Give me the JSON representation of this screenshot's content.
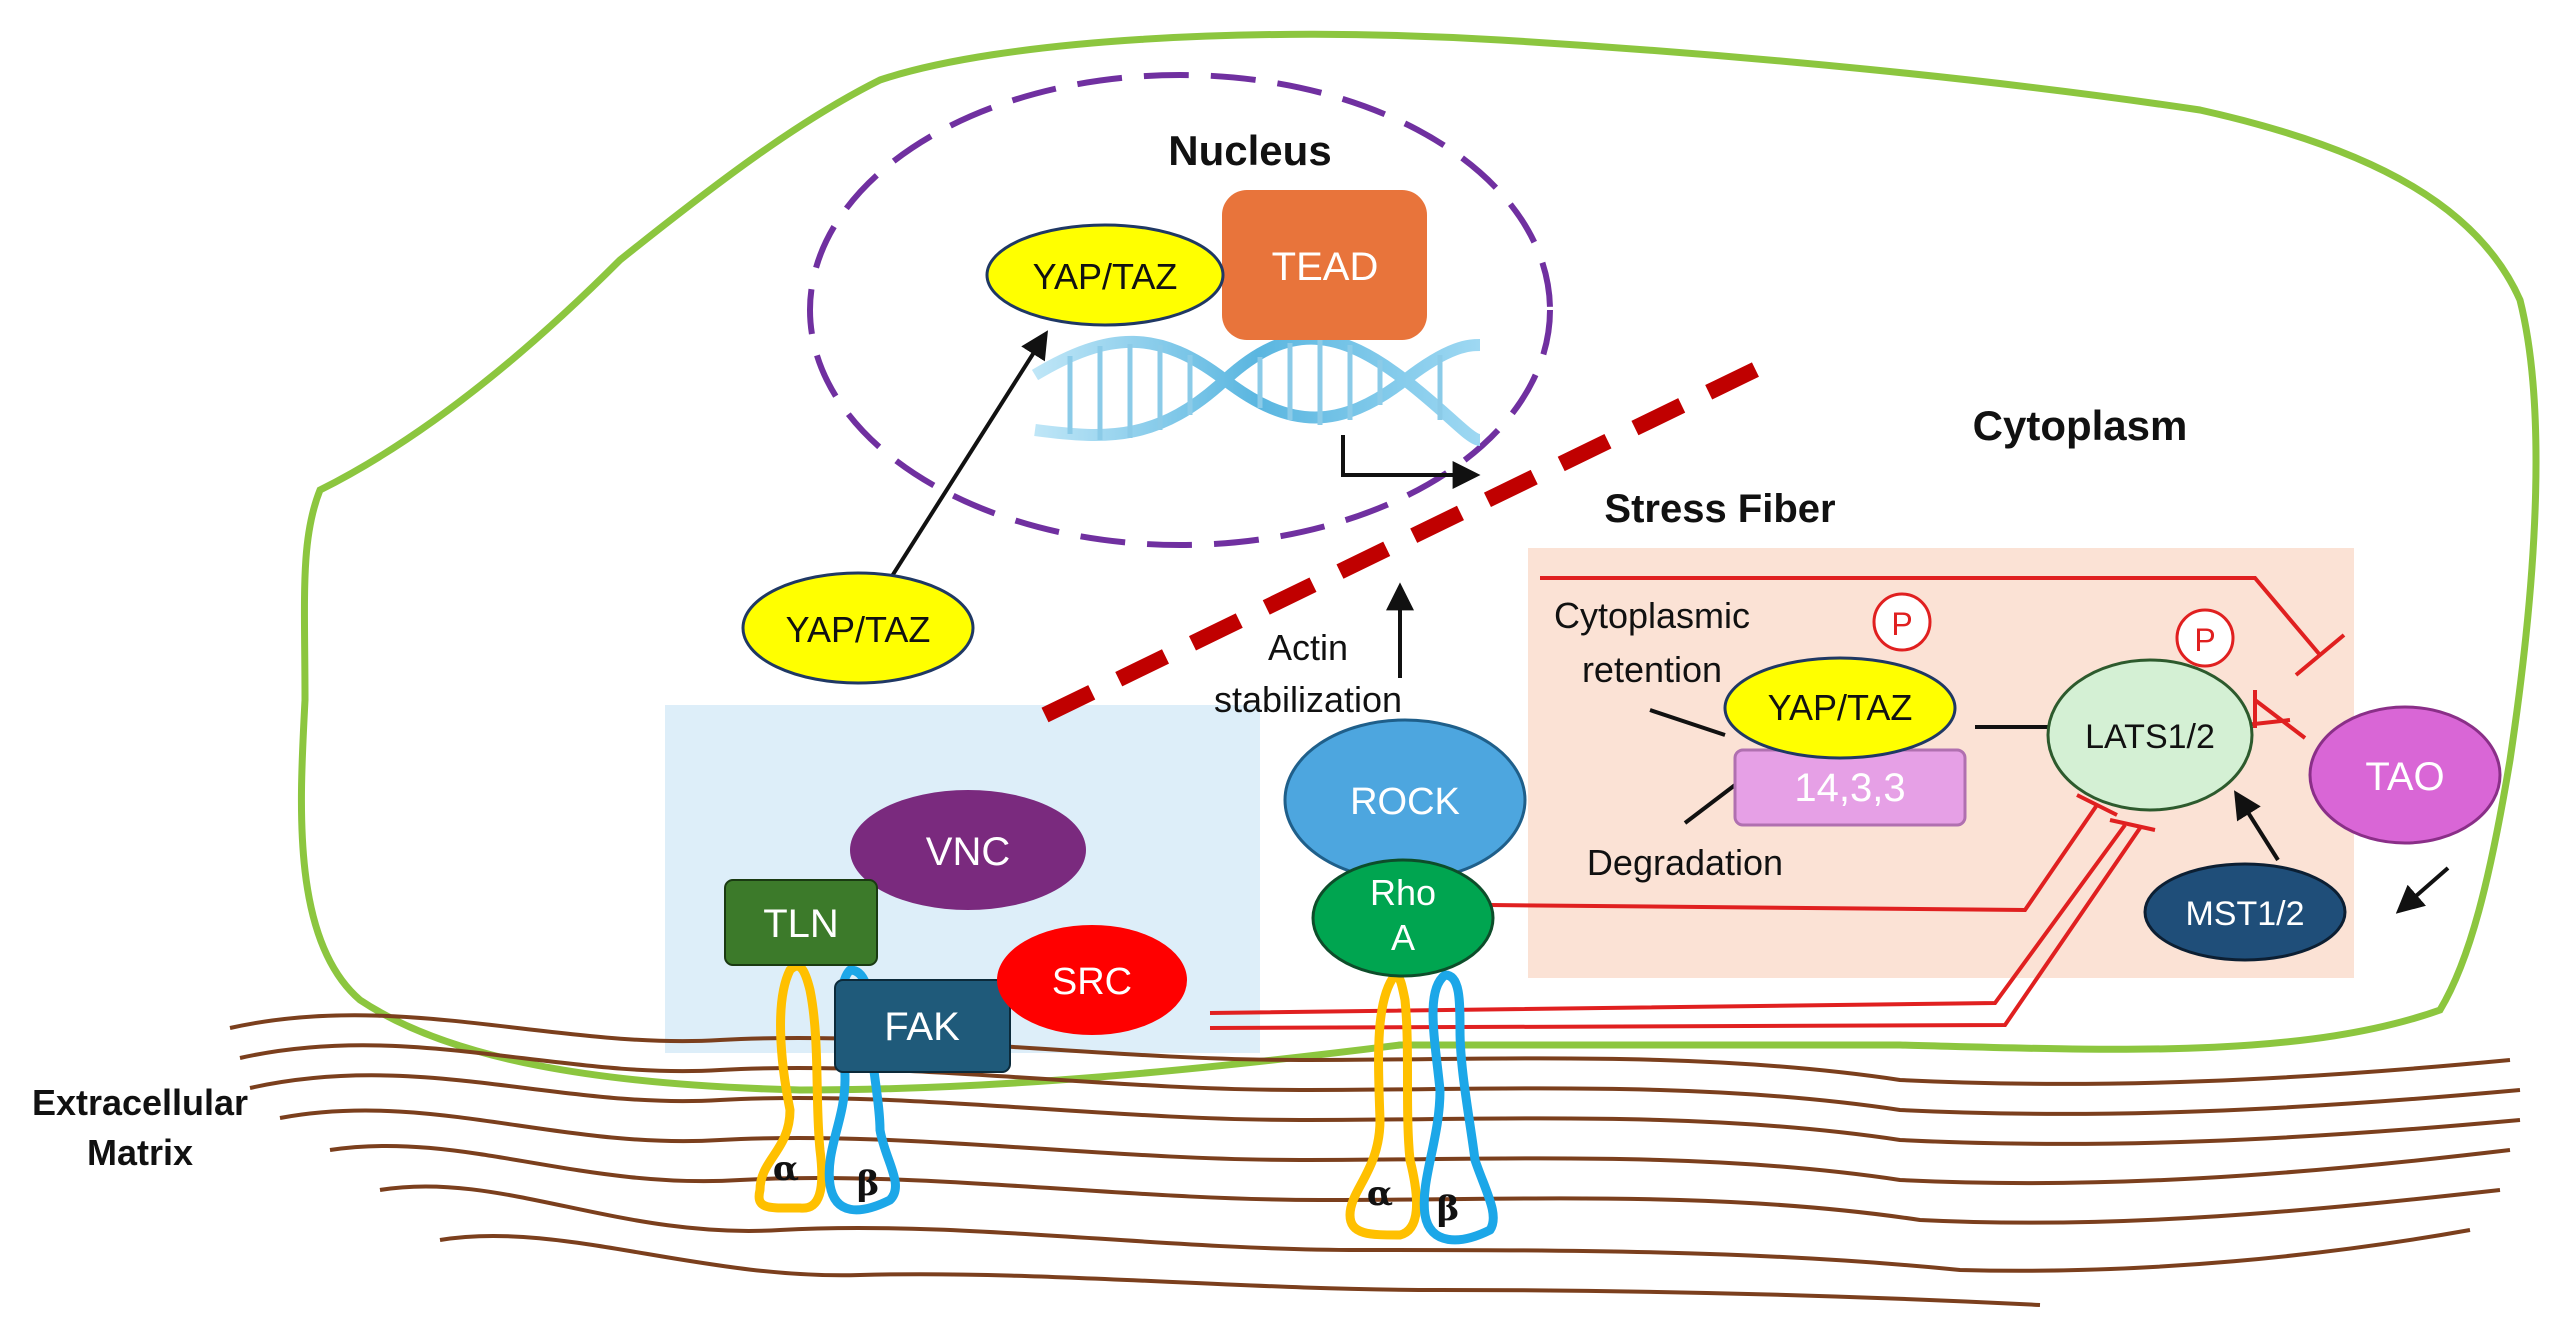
{
  "labels": {
    "nucleus": "Nucleus",
    "cytoplasm": "Cytoplasm",
    "stress_fiber": "Stress Fiber",
    "extracellular_line1": "Extracellular",
    "extracellular_line2": "Matrix",
    "actin_line1": "Actin",
    "actin_line2": "stabilization",
    "cyto_retention_line1": "Cytoplasmic",
    "cyto_retention_line2": "retention",
    "degradation": "Degradation",
    "alpha": "α",
    "beta": "β"
  },
  "proteins": {
    "yap_taz_nucleus": "YAP/TAZ",
    "tead": "TEAD",
    "yap_taz_cytoplasm": "YAP/TAZ",
    "yap_taz_phospho": "YAP/TAZ",
    "protein_14_3_3": "14,3,3",
    "lats": "LATS1/2",
    "tao": "TAO",
    "mst": "MST1/2",
    "rock": "ROCK",
    "rhoa_line1": "Rho",
    "rhoa_line2": "A",
    "vnc": "VNC",
    "tln": "TLN",
    "src": "SRC",
    "fak": "FAK",
    "phospho": "P"
  },
  "colors": {
    "cell_membrane": "#8cc63f",
    "nuclear_envelope": "#7030a0",
    "stress_fiber": "#c00000",
    "matrix_fibers": "#7b3f1d",
    "inhibition": "#e02020",
    "focal_adhesion_box": "#ddeef9",
    "hippo_box": "#fbe2d5",
    "yap_taz": "#ffff00",
    "tead": "#e8743b",
    "protein_14_3_3": "#e6a0e6",
    "lats": "#d4f0d4",
    "tao": "#d966d6",
    "mst": "#1f4e79",
    "rock": "#4da6df",
    "rhoa": "#00a550",
    "vnc": "#7a2a7e",
    "tln": "#3c7a2a",
    "src": "#ff0000",
    "fak": "#1f5a7a",
    "integrin_alpha": "#ffc000",
    "integrin_beta": "#1ca7e8"
  },
  "icons": [
    "dna-helix-icon",
    "transcription-arrow-icon"
  ]
}
